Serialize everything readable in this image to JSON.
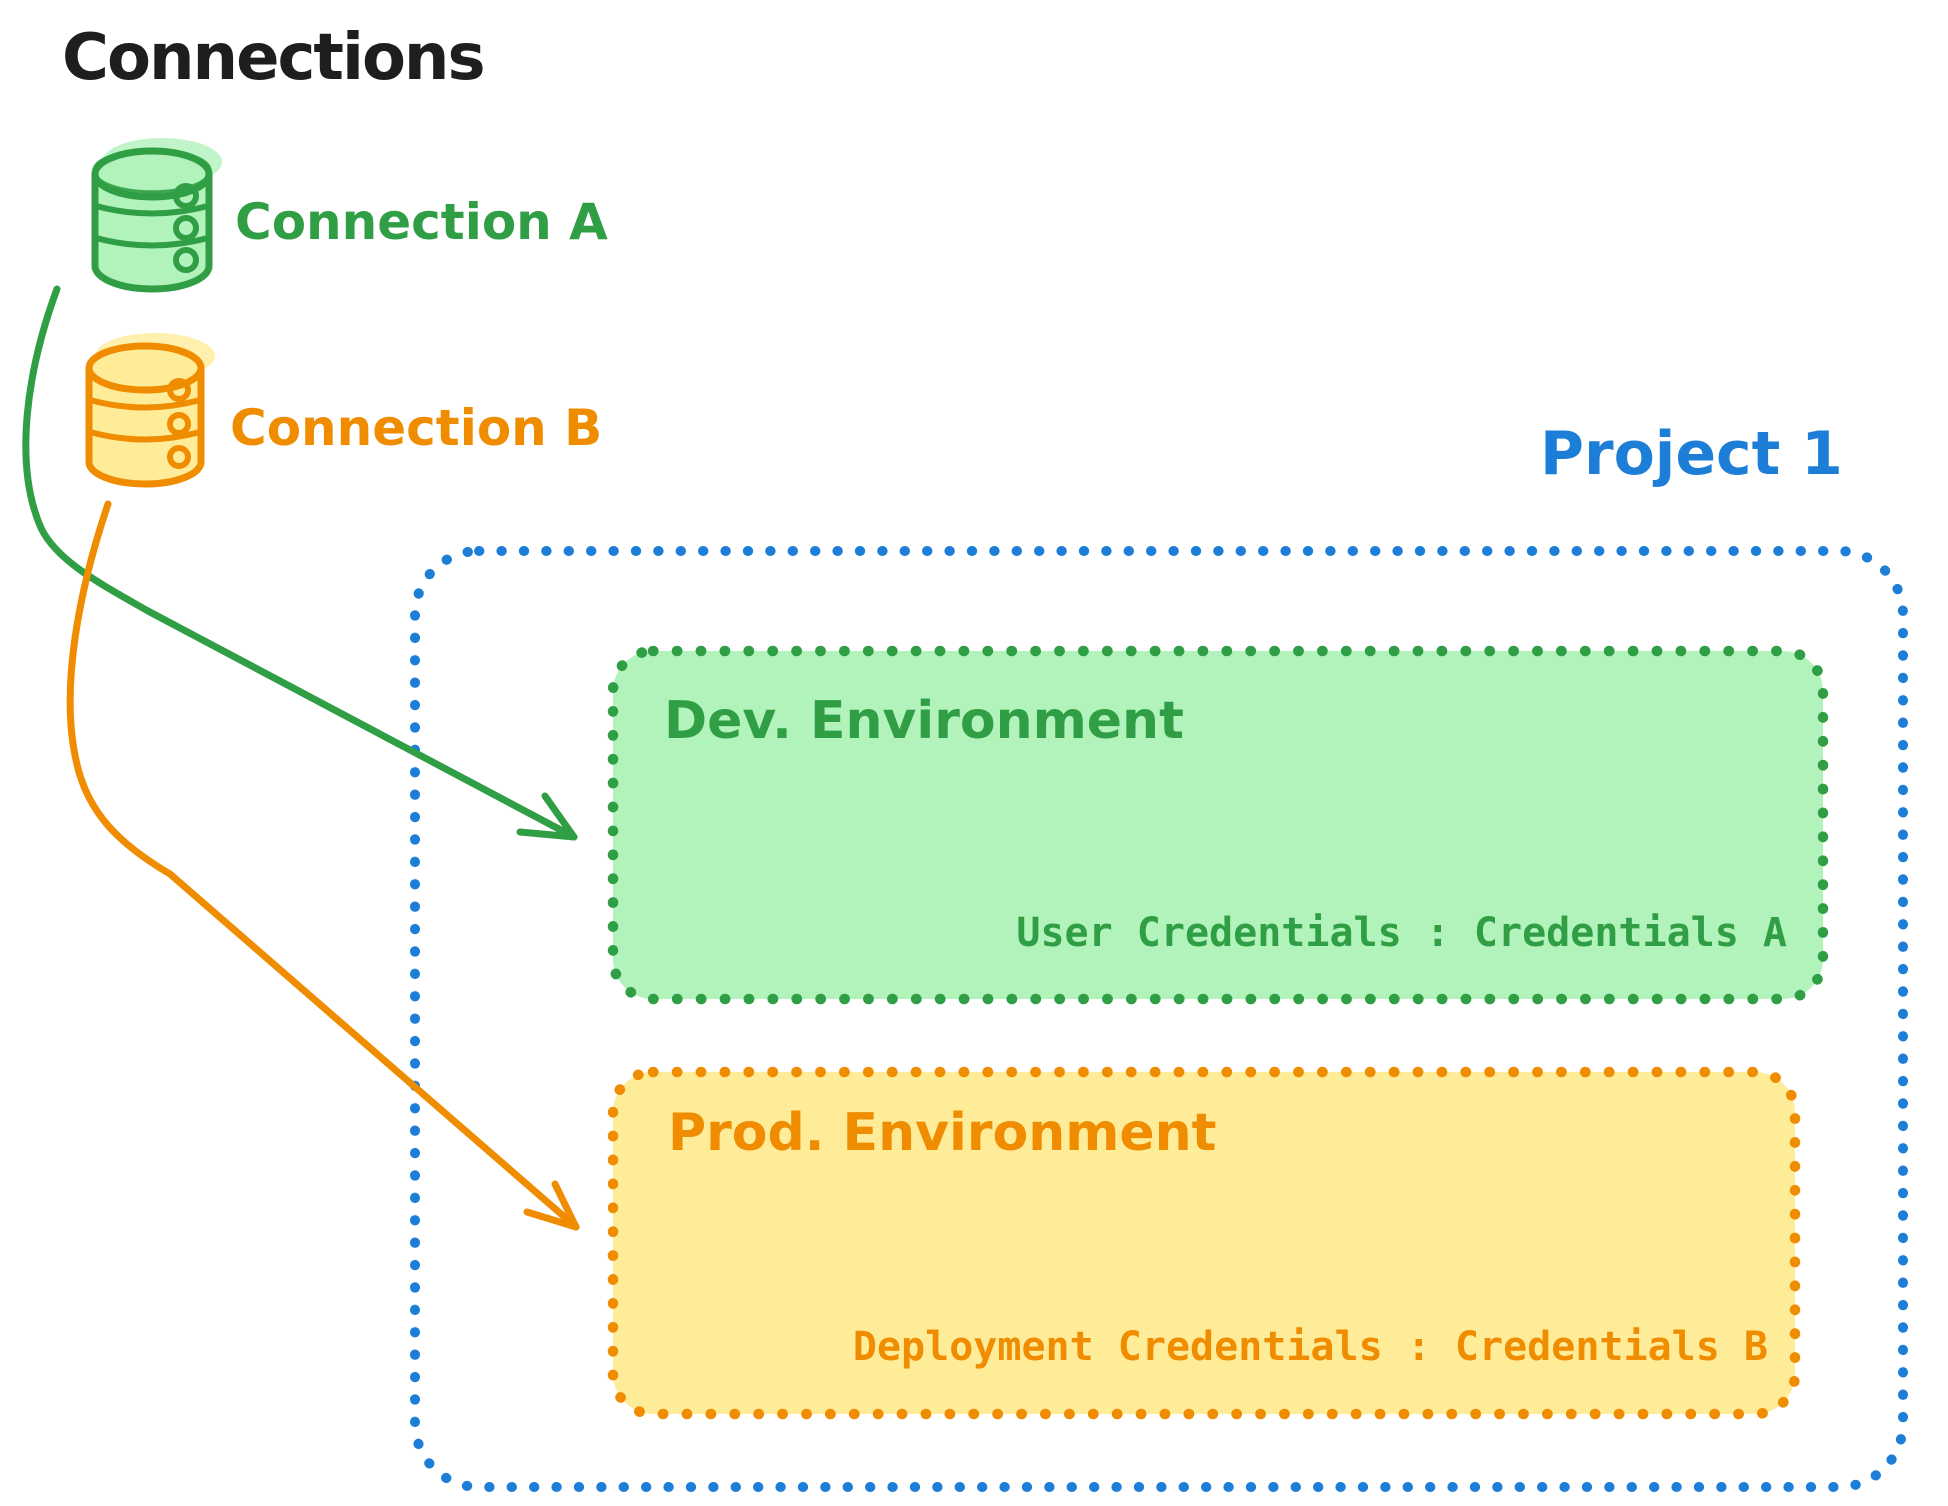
{
  "diagram": {
    "background": "#ffffff",
    "text_color": "#1e1e1e",
    "title": "Connections",
    "connections": [
      {
        "label": "Connection A",
        "icon": "database-cylinder-icon",
        "color": "#2f9e44",
        "fill": "#b2f2bb"
      },
      {
        "label": "Connection B",
        "icon": "database-cylinder-icon",
        "color": "#f08c00",
        "fill": "#ffec99"
      }
    ],
    "project": {
      "label": "Project 1",
      "color": "#1c7ed6",
      "environments": [
        {
          "name": "Dev. Environment",
          "credential_assignment": "User Credentials : Credentials A",
          "color": "#2f9e44",
          "fill": "#b2f2bb"
        },
        {
          "name": "Prod. Environment",
          "credential_assignment": "Deployment Credentials : Credentials B",
          "color": "#f08c00",
          "fill": "#ffec99"
        }
      ]
    },
    "arrows": [
      {
        "from": "Connection A",
        "to": "Dev. Environment",
        "color": "#2f9e44"
      },
      {
        "from": "Connection B",
        "to": "Prod. Environment",
        "color": "#f08c00"
      }
    ]
  }
}
